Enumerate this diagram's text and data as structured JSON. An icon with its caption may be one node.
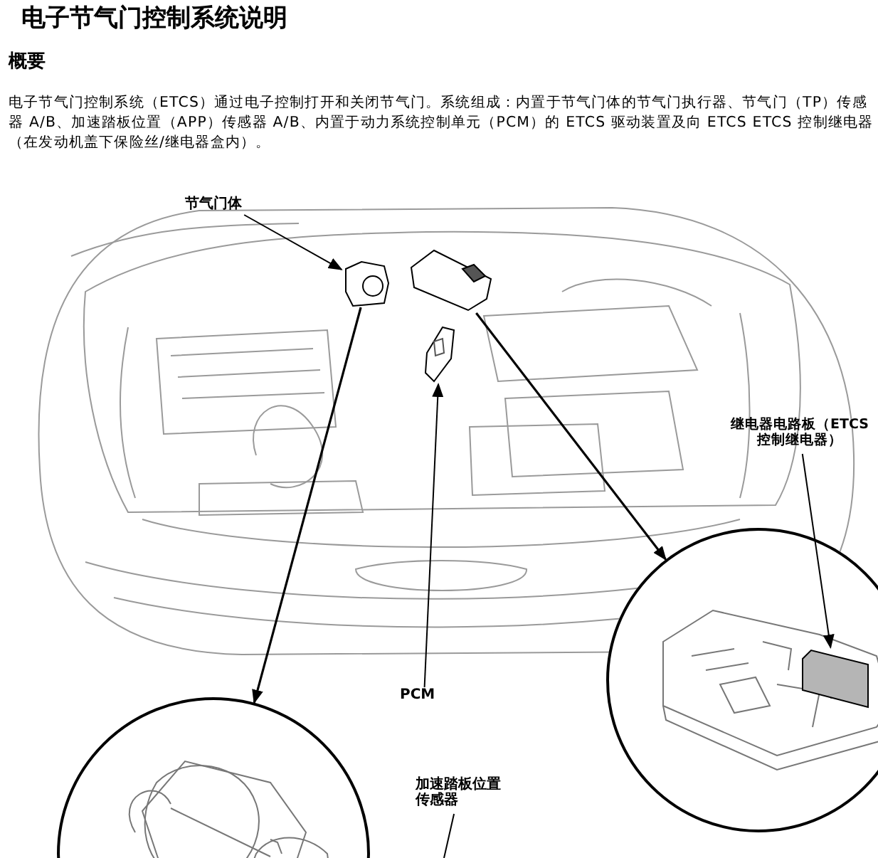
{
  "diagram": {
    "title": "电子节气门控制系统说明",
    "nodes": [
      {
        "text": [
          "节气门体"
        ]
      },
      {
        "text": [],
        "shape": "picture"
      },
      {
        "text": [],
        "shape": "circle"
      },
      {
        "text": [],
        "shape": "picture"
      },
      {
        "text": [],
        "shape": "circle"
      },
      {
        "text": [
          "PCM"
        ]
      },
      {
        "text": [],
        "shape": "picture"
      },
      {
        "text": [
          "继电器电路板（ETCS 控制继电器）"
        ]
      },
      {
        "text": [],
        "shape": "picture",
        "in": 4
      },
      {
        "text": [
          "加速踏板位置传感器"
        ]
      }
    ],
    "edges": [
      {
        "from": 0,
        "to": 1,
        "arrow": "to"
      },
      {
        "from": 1,
        "to": 2,
        "arrow": "to"
      },
      {
        "from": 3,
        "to": 4,
        "arrow": "to"
      },
      {
        "from": 5,
        "to": 6,
        "arrow": "to"
      },
      {
        "from": 7,
        "to": 8,
        "arrow": "to"
      },
      {
        "from": 9,
        "to": null,
        "arrow": "none"
      }
    ],
    "labels": [
      "概要",
      "电子节气门控制系统（ETCS）通过电子控制打开和关闭节气门。系统组成：内置于节气门体的节气门执行器、节气门（TP）传感器 A/B、加速踏板位置（APP）传感器 A/B、内置于动力系统控制单元（PCM）的 ETCS 驱动装置及向 ETCS ETCS 控制继电器（在发动机盖下保险丝/继电器盒内）。"
    ]
  }
}
